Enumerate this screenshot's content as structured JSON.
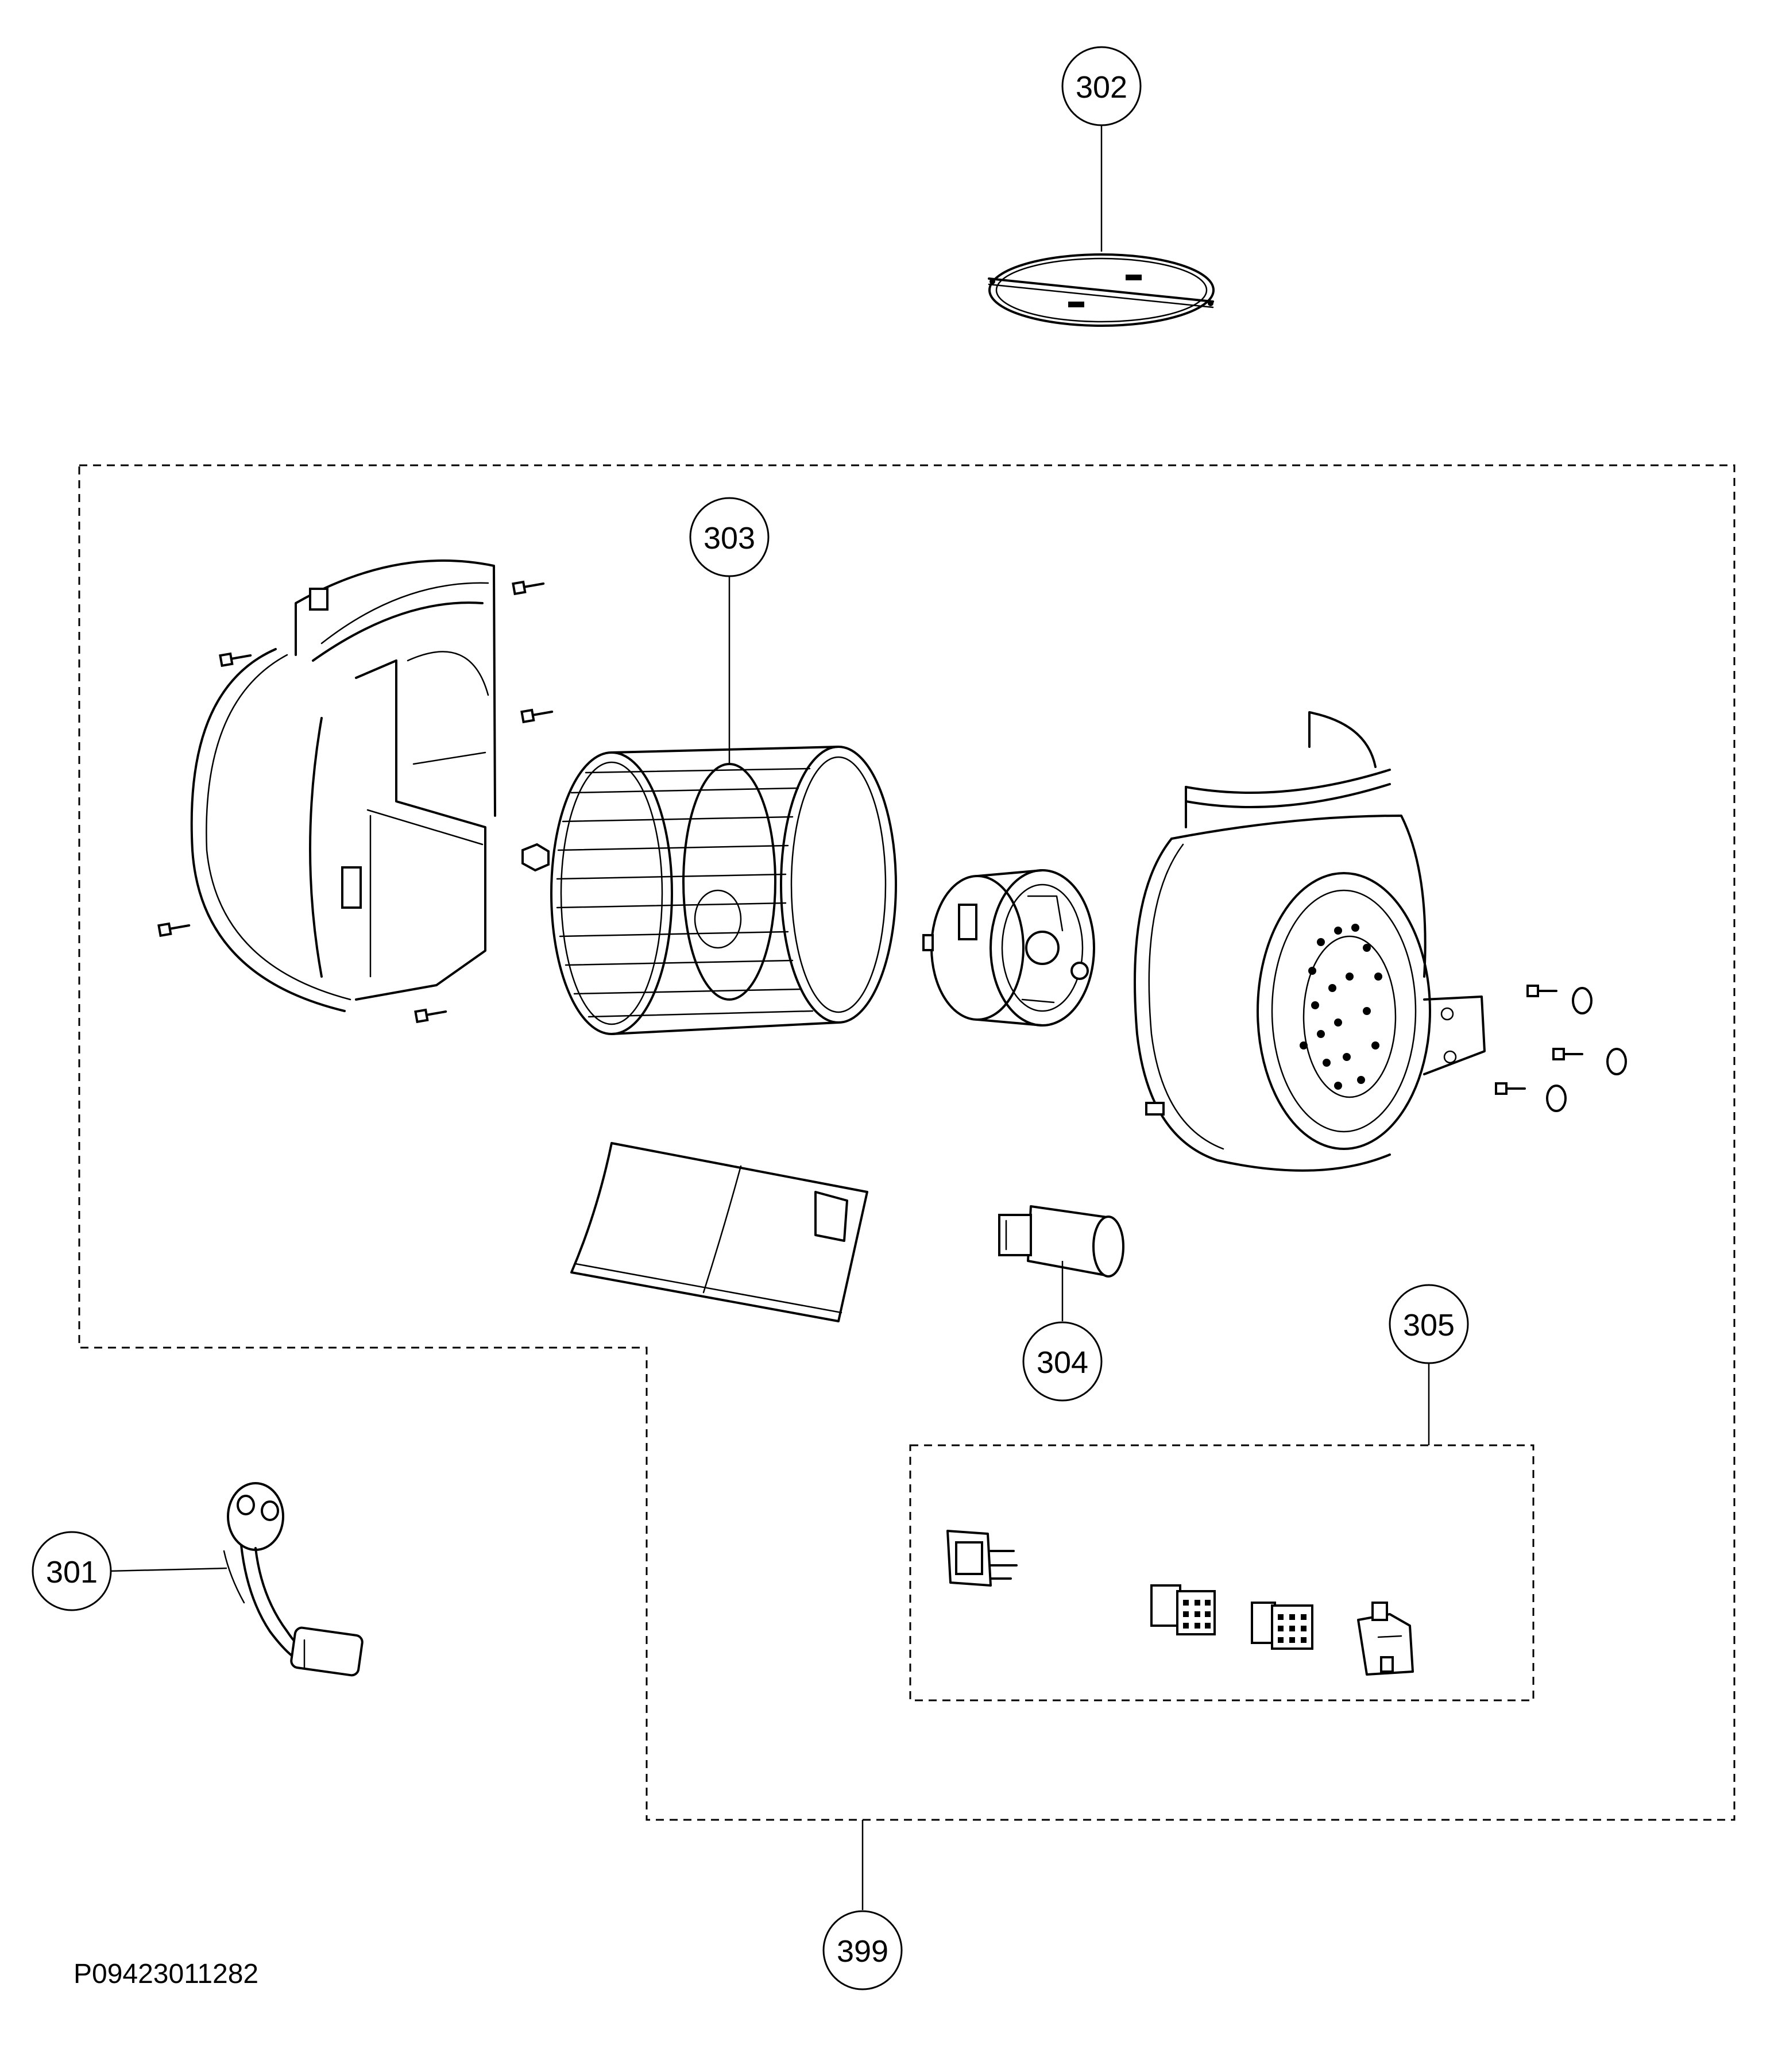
{
  "callouts": {
    "c301": "301",
    "c302": "302",
    "c303": "303",
    "c304": "304",
    "c305": "305",
    "c399": "399"
  },
  "document": {
    "code": "P09423011282"
  }
}
